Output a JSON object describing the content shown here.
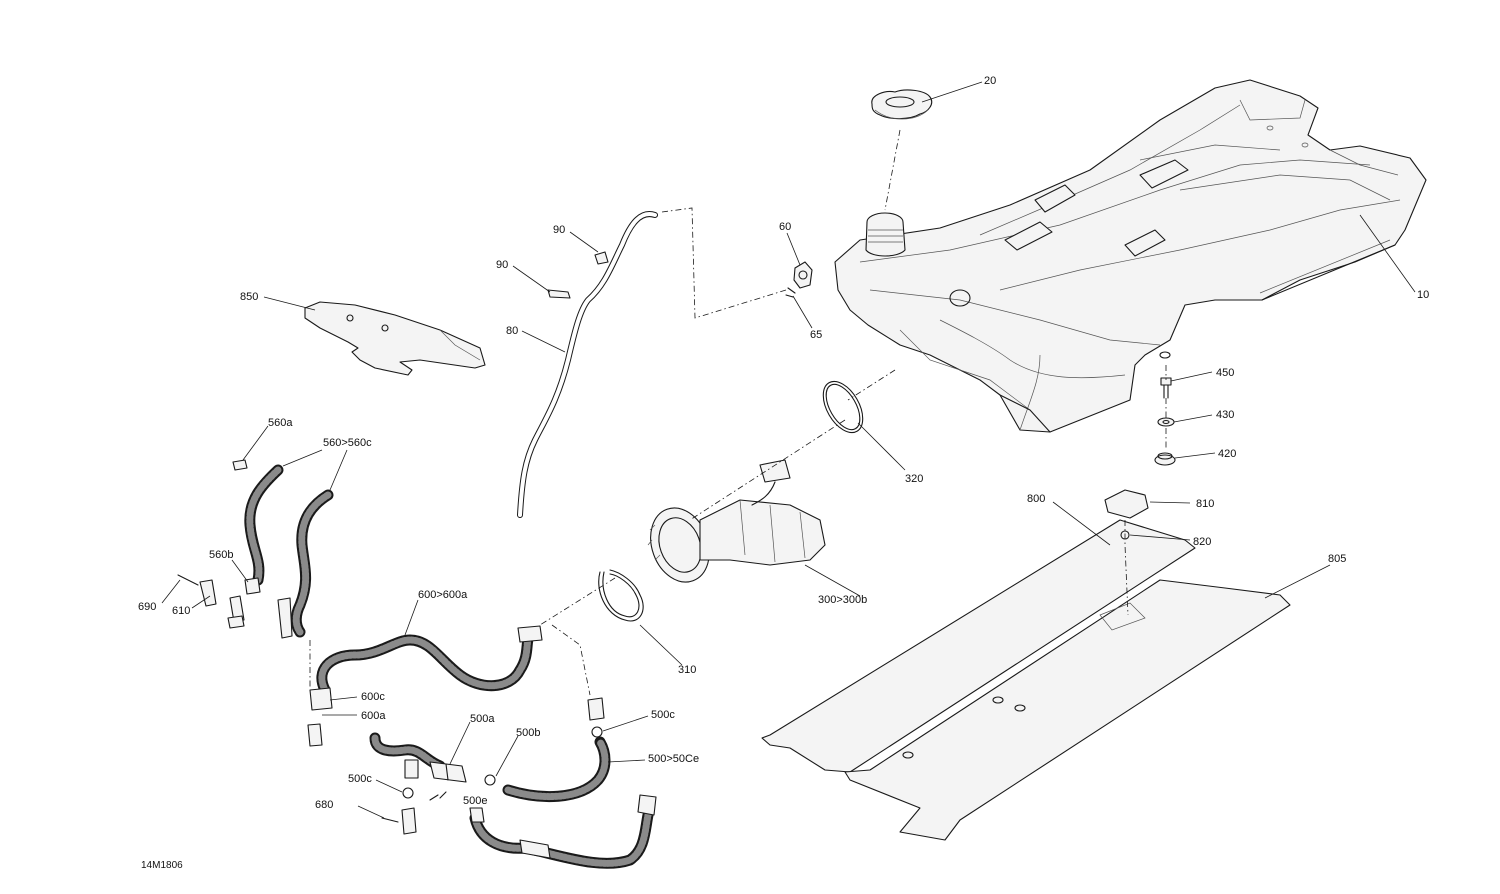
{
  "diagram_ref": "14M1806",
  "callouts": [
    {
      "id": "c20",
      "label": "20"
    },
    {
      "id": "c10",
      "label": "10"
    },
    {
      "id": "c60",
      "label": "60"
    },
    {
      "id": "c65",
      "label": "65"
    },
    {
      "id": "c90a",
      "label": "90"
    },
    {
      "id": "c90b",
      "label": "90"
    },
    {
      "id": "c80",
      "label": "80"
    },
    {
      "id": "c850",
      "label": "850"
    },
    {
      "id": "c450",
      "label": "450"
    },
    {
      "id": "c430",
      "label": "430"
    },
    {
      "id": "c420",
      "label": "420"
    },
    {
      "id": "c320",
      "label": "320"
    },
    {
      "id": "c560a",
      "label": "560a"
    },
    {
      "id": "c560c",
      "label": "560>560c"
    },
    {
      "id": "c560b",
      "label": "560b"
    },
    {
      "id": "c690",
      "label": "690"
    },
    {
      "id": "c610",
      "label": "610"
    },
    {
      "id": "c600",
      "label": "600>600a"
    },
    {
      "id": "c600c",
      "label": "600c"
    },
    {
      "id": "c600a",
      "label": "600a"
    },
    {
      "id": "c500a",
      "label": "500a"
    },
    {
      "id": "c500b",
      "label": "500b"
    },
    {
      "id": "c500c1",
      "label": "500c"
    },
    {
      "id": "c500c2",
      "label": "500c"
    },
    {
      "id": "c500",
      "label": "500>50Ce"
    },
    {
      "id": "c500e",
      "label": "500e"
    },
    {
      "id": "c680",
      "label": "680"
    },
    {
      "id": "c310",
      "label": "310"
    },
    {
      "id": "c300",
      "label": "300>300b"
    },
    {
      "id": "c800",
      "label": "800"
    },
    {
      "id": "c810",
      "label": "810"
    },
    {
      "id": "c820",
      "label": "820"
    },
    {
      "id": "c805",
      "label": "805"
    }
  ]
}
